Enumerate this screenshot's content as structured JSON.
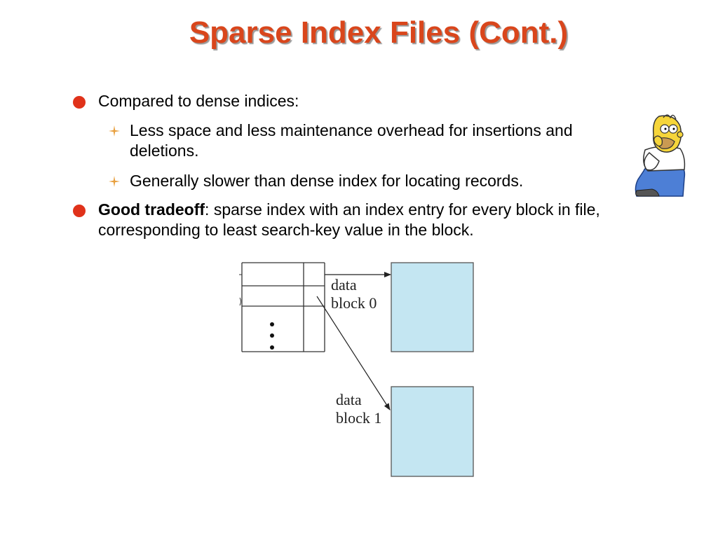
{
  "slide": {
    "title": "Sparse Index Files (Cont.)",
    "bullets": [
      {
        "text": "Compared to dense indices:",
        "subitems": [
          {
            "line1": "Less space and less maintenance overhead for insertions and",
            "line2": "deletions."
          },
          {
            "line1": "Generally slower than dense index for locating records."
          }
        ]
      },
      {
        "bold": "Good tradeoff",
        "rest": ": sparse index with an index entry for every block in file,",
        "line2": "corresponding to least search-key value in the block."
      }
    ]
  },
  "diagram": {
    "block0_line1": "data",
    "block0_line2": "block 0",
    "block1_line1": "data",
    "block1_line2": "block 1",
    "block_fill": "#c4e6f2"
  },
  "colors": {
    "title": "#d9461c",
    "bullet": "#e0321a",
    "sub_marker": "#e8a040"
  },
  "icons": {
    "bullet": "filled-circle",
    "sub_bullet": "four-point-star",
    "mascot": "cartoon-thinking-man"
  }
}
